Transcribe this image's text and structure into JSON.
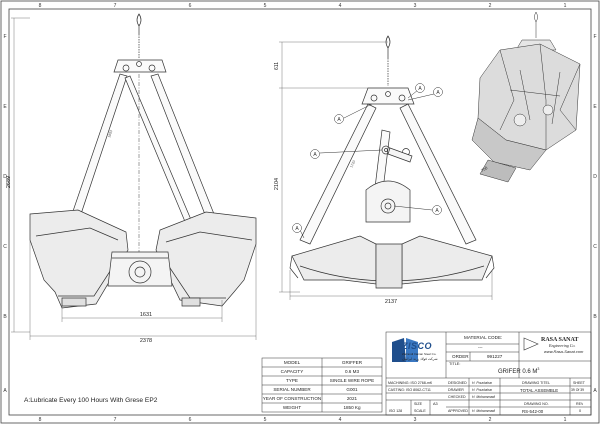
{
  "border": {
    "top_numbers": [
      "8",
      "7",
      "6",
      "5",
      "4",
      "3",
      "2",
      "1"
    ],
    "bottom_numbers": [
      "8",
      "7",
      "6",
      "5",
      "4",
      "3",
      "2",
      "1"
    ],
    "left_letters": [
      "F",
      "E",
      "D",
      "C",
      "B",
      "A"
    ],
    "right_letters": [
      "F",
      "E",
      "D",
      "C",
      "B",
      "A"
    ]
  },
  "dimensions": {
    "left_height": "2689",
    "left_inner_width": "1631",
    "left_outer_width": "2378",
    "arm_label": "1803",
    "mid_top": "611",
    "mid_height": "2104",
    "mid_width": "2137",
    "mid_arm_label": "1720",
    "iso_label": "750"
  },
  "callouts": [
    "A",
    "A",
    "A",
    "A",
    "A",
    "A"
  ],
  "note": "A:Lubricate Every 100 Hours With Grese EP2",
  "spec_table": [
    {
      "label": "MODEL",
      "value": "GRIFFER"
    },
    {
      "label": "CAPACITY",
      "value": "0.6 M3"
    },
    {
      "label": "TYPE",
      "value": "SINGLE WIRE ROPE"
    },
    {
      "label": "SERIAL NUMBER",
      "value": "G001"
    },
    {
      "label": "YEAR OF CONSTRUCTION",
      "value": "2021"
    },
    {
      "label": "WEIGHT",
      "value": "1850 Kg"
    }
  ],
  "title_block": {
    "logo_text": "ZISCO",
    "logo_sub": "Zarrandi Iranian Steel Co.",
    "logo_fa": "شرکت فولاد زرند ایرانیان",
    "material_code_label": "MATERIAL CODE:",
    "material_code_value": "---",
    "order_label": "ORDER",
    "order_value": "991227",
    "title_label": "TITLE:",
    "title_value": "GRIFER 0.6 M",
    "title_sup": "3",
    "company": "RASA SANAT",
    "company_sub": "Engineering Co.",
    "company_url": "www.Rasa-Sanat.com",
    "machining": "MACHINING: ISO 2768-mK",
    "casting": "CASTING: ISO 8062-CT11",
    "size_label": "SIZE",
    "size_value": "A3",
    "iso_label": "ISO 128",
    "scale_label": "SCALE",
    "designed_label": "DESIGNED",
    "designed_value": "H. Pourbahar",
    "drawn_label": "DRAWER",
    "drawn_value": "H. Pourbahar",
    "checked_label": "CHECKED",
    "checked_value": "H. Mohammadi",
    "approved_label": "APPROVED",
    "approved_value": "H. Mohammadi",
    "drawing_title_label": "DRAWING TITEL",
    "drawing_title_value": "TOTAL ASSEMBLE",
    "drawing_no_label": "DRAWING NO.",
    "drawing_no_value": "RS-542-00",
    "sheet_label": "SHEET",
    "sheet_value": "39 Of 39",
    "rev_label": "REV",
    "rev_value": "0"
  }
}
